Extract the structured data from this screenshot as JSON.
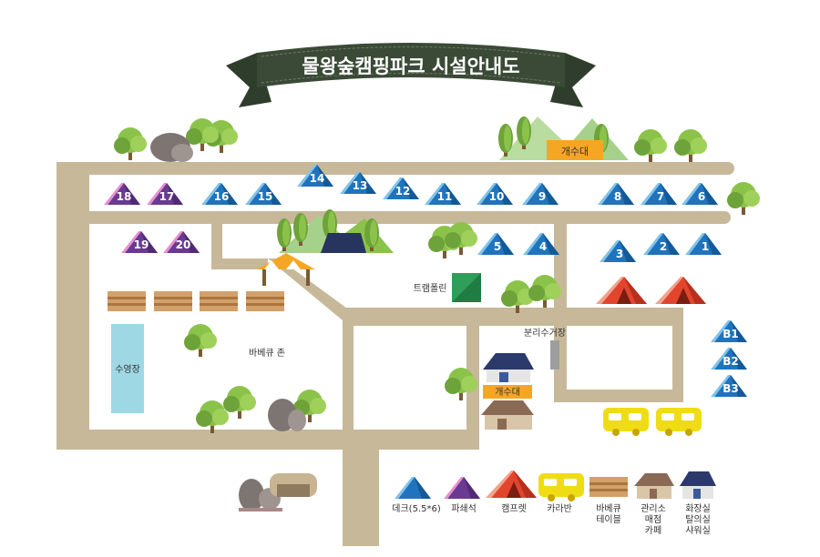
{
  "title": "물왕숲캠핑파크 시설안내도",
  "colors": {
    "road": "#c7b899",
    "deck": "#1f74bd",
    "pashuseok": "#6a3a93",
    "campfret": "#e2452e",
    "caravan": "#f0dc14",
    "table": "#c48f55",
    "pool": "#9fd8e5",
    "banner": "#3a4a36"
  },
  "sites": {
    "s1": "1",
    "s2": "2",
    "s3": "3",
    "s4": "4",
    "s5": "5",
    "s6": "6",
    "s7": "7",
    "s8": "8",
    "s9": "9",
    "s10": "10",
    "s11": "11",
    "s12": "12",
    "s13": "13",
    "s14": "14",
    "s15": "15",
    "s16": "16",
    "s17": "17",
    "s18": "18",
    "s19": "19",
    "s20": "20",
    "b1": "B1",
    "b2": "B2",
    "b3": "B3"
  },
  "labels": {
    "sink_top": "개수대",
    "sink_mid": "개수대",
    "trampoline": "트램폴린",
    "recycle": "분리수거장",
    "pool": "수영장",
    "bbq_zone": "바베큐 존"
  },
  "legend": {
    "deck": "데크(5.5*6)",
    "pashuseok": "파쇄석",
    "campfret": "캠프렛",
    "caravan": "카라반",
    "bbq_table": [
      "바베큐",
      "테이블"
    ],
    "office": [
      "관리소",
      "매점",
      "카페"
    ],
    "restroom": [
      "화장실",
      "탈의실",
      "샤워실"
    ]
  }
}
